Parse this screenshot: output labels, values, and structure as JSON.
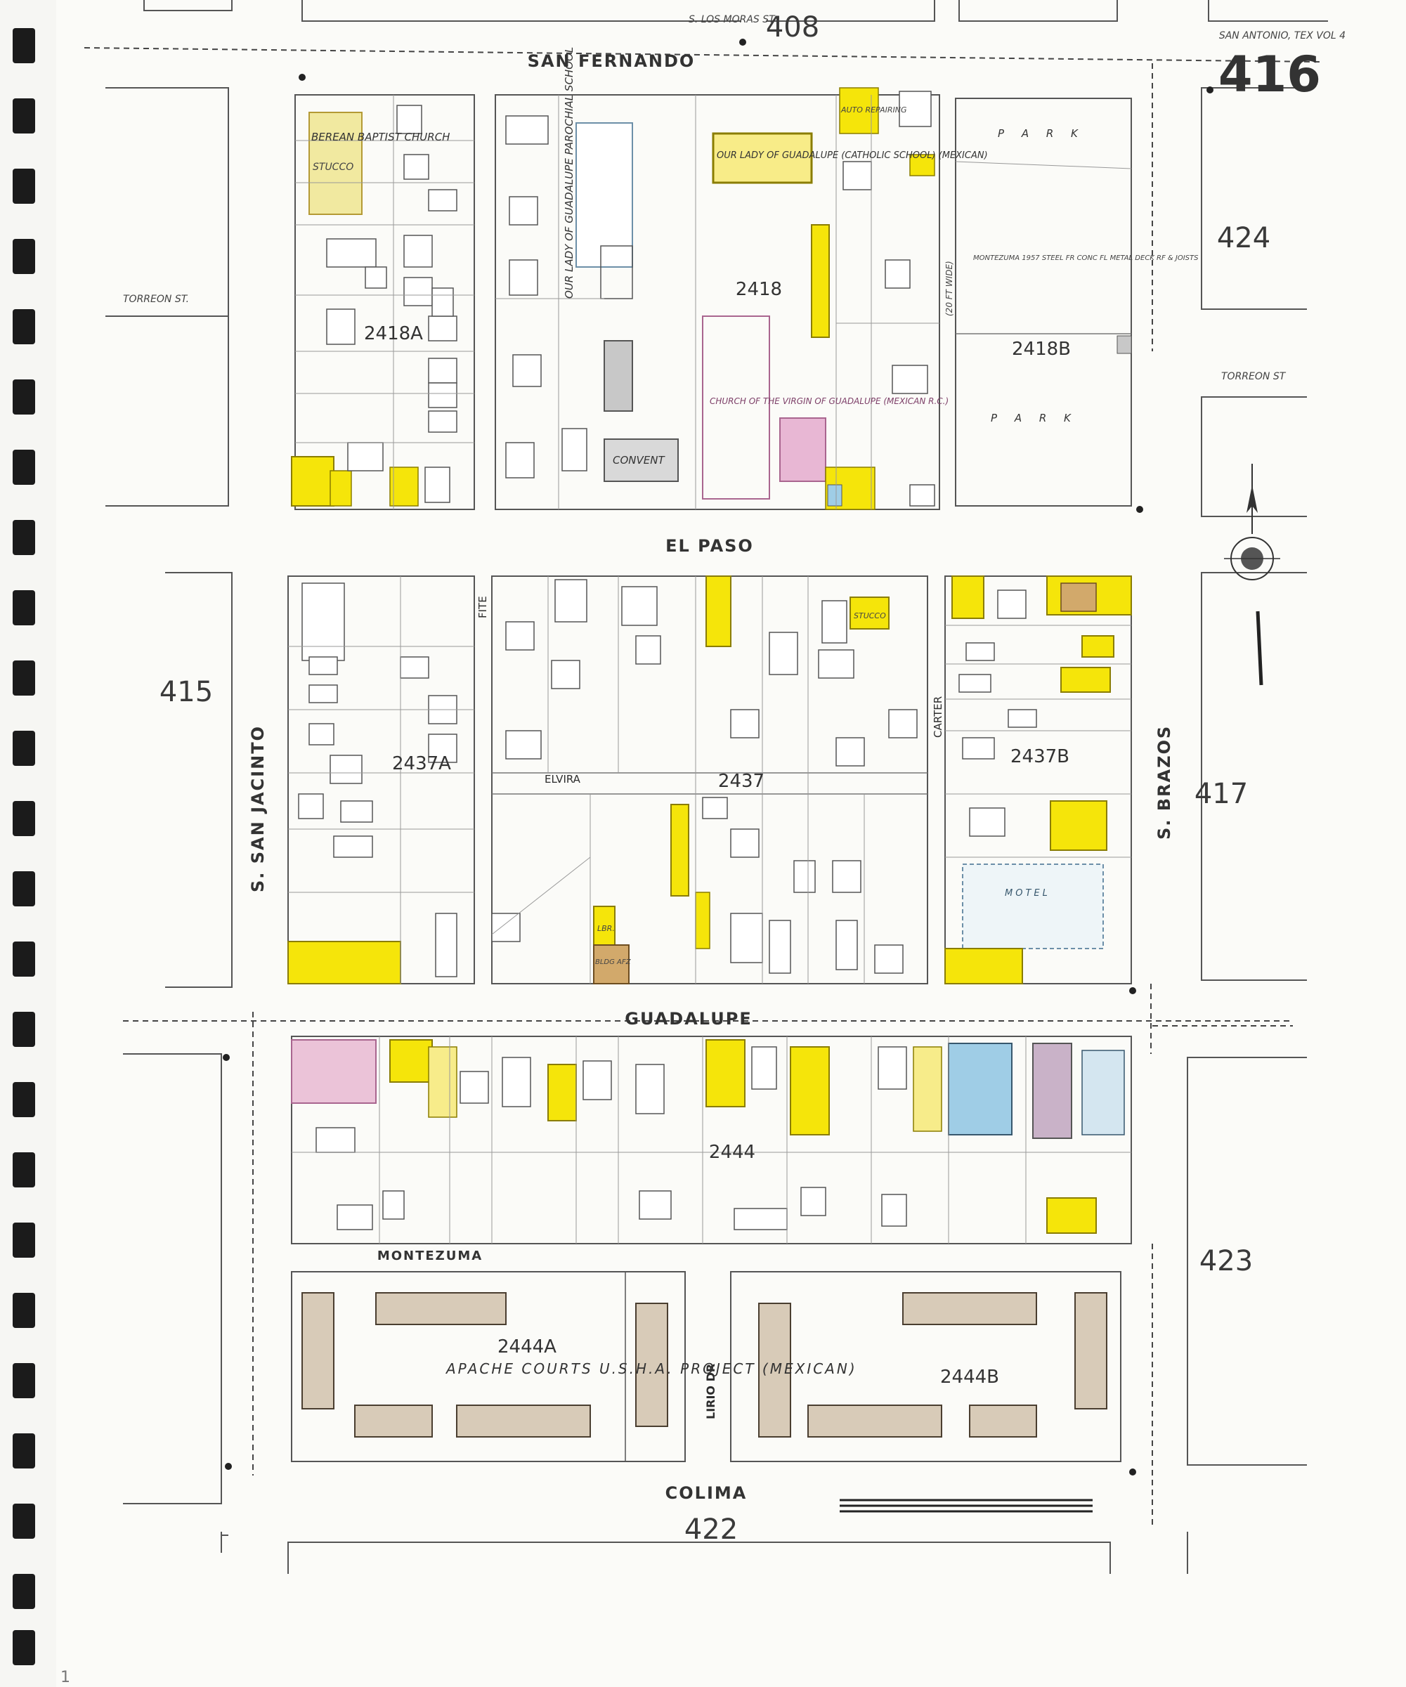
{
  "map": {
    "sheet_number": "416",
    "header_note": "SAN ANTONIO, TEX VOL 4",
    "top_ref": "408",
    "top_street_note": "S. LOS MORAS ST",
    "streets": {
      "san_fernando": "SAN FERNANDO",
      "el_paso": "EL PASO",
      "guadalupe": "GUADALUPE",
      "montezuma": "MONTEZUMA",
      "colima": "COLIMA",
      "torreon_left": "TORREON ST.",
      "torreon_right": "TORREON ST",
      "san_jacinto": "S. SAN JACINTO",
      "brazos": "S. BRAZOS",
      "elvira": "ELVIRA",
      "fite": "FITE",
      "carter": "CARTER",
      "lirio": "LIRIO DR"
    },
    "adjacent_sheets": {
      "left": "415",
      "right_top": "424",
      "right_mid": "417",
      "right_bottom": "423",
      "bottom": "422"
    },
    "blocks": [
      "2418A",
      "2418",
      "2418B",
      "2437A",
      "2437",
      "2437B",
      "2444",
      "2444A",
      "2444B"
    ],
    "labels": {
      "berean": "BEREAN BAPTIST CHURCH",
      "berean_material": "STUCCO",
      "parochial": "OUR LADY OF GUADALUPE PAROCHIAL SCHOOL",
      "catholic_school": "OUR LADY OF GUADALUPE (CATHOLIC SCHOOL) (MEXICAN)",
      "church": "CHURCH OF THE VIRGIN OF GUADALUPE (MEXICAN R.C.)",
      "convent": "CONVENT",
      "auto_repairing": "AUTO REPAIRING",
      "park_top": "P A R K",
      "park_bottom": "P A R K",
      "montezuma_note": "MONTEZUMA 1957 STEEL FR CONC FL METAL DECK RF & JOISTS",
      "width_note": "(20 FT WIDE)",
      "stucco": "STUCCO",
      "lbr": "LBR.",
      "bldg": "BLDG AFZ",
      "apache": "APACHE COURTS U.S.H.A. PROJECT (MEXICAN)",
      "motel": "MOTEL"
    },
    "edge_mark": "1"
  },
  "colors": {
    "brick_yellow": "#f5e50a",
    "stucco_gray": "#c8c8c8",
    "church_pink": "#e8b7d4",
    "blue": "#9fcde6",
    "tan": "#d8cbb8"
  }
}
